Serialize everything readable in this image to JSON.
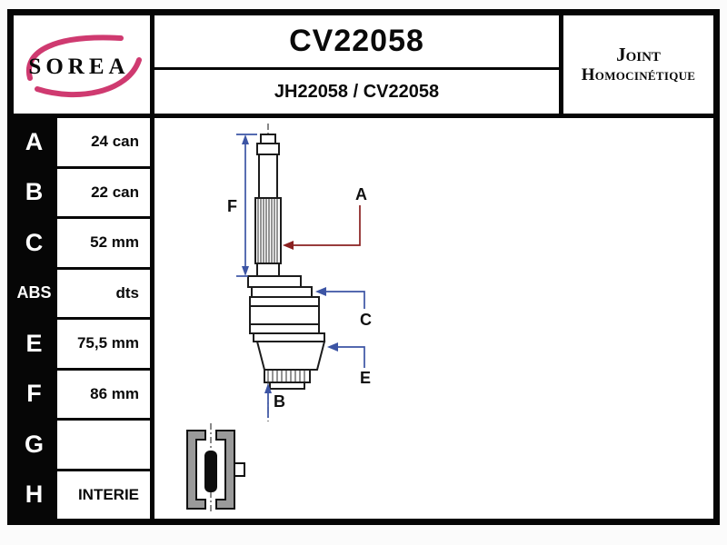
{
  "brand": {
    "name": "SOREA"
  },
  "header": {
    "part_number": "CV22058",
    "reference": "JH22058 / CV22058",
    "category_line1": "Joint",
    "category_line2": "Homocinétique"
  },
  "spec_table": {
    "rows": [
      {
        "label": "A",
        "value": "24 can"
      },
      {
        "label": "B",
        "value": "22 can"
      },
      {
        "label": "C",
        "value": "52 mm"
      },
      {
        "label": "ABS",
        "value": "dts"
      },
      {
        "label": "E",
        "value": "75,5 mm"
      },
      {
        "label": "F",
        "value": "86 mm"
      },
      {
        "label": "G",
        "value": ""
      },
      {
        "label": "H",
        "value": "INTERIE"
      }
    ]
  },
  "drawing": {
    "labels": {
      "f": "F",
      "a": "A",
      "c": "C",
      "e": "E",
      "b": "B"
    }
  },
  "colors": {
    "blue": "#3c54a4",
    "red": "#8a2020",
    "pink": "#cf3a70"
  }
}
